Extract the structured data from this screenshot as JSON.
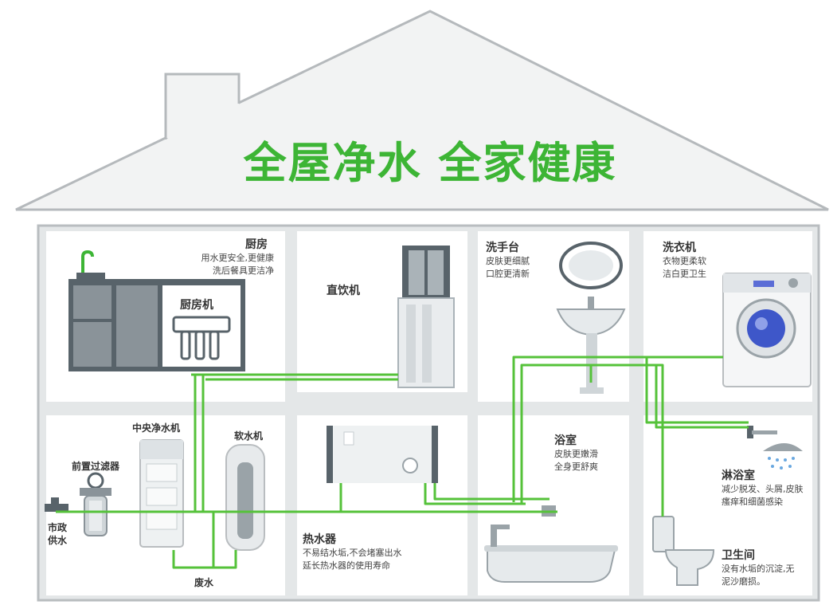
{
  "title": "全屋净水 全家健康",
  "rooms": {
    "kitchen": {
      "title": "厨房",
      "desc": [
        "用水更安全,更健康",
        "洗后餐具更洁净"
      ]
    },
    "kitchen_purifier": {
      "title": "厨房机"
    },
    "dispenser": {
      "title": "直饮机"
    },
    "washbasin": {
      "title": "洗手台",
      "desc": [
        "皮肤更细腻",
        "口腔更清新"
      ]
    },
    "washer": {
      "title": "洗衣机",
      "desc": [
        "衣物更柔软",
        "洁白更卫生"
      ]
    },
    "central_purifier": {
      "title": "中央净水机"
    },
    "softener": {
      "title": "软水机"
    },
    "prefilter": {
      "title": "前置过滤器"
    },
    "municipal": {
      "lines": [
        "市政",
        "供水"
      ]
    },
    "wastewater": {
      "title": "废水"
    },
    "water_heater": {
      "title": "热水器",
      "desc": [
        "不易结水垢,不会堵塞出水",
        "延长热水器的使用寿命"
      ]
    },
    "bathroom": {
      "title": "浴室",
      "desc": [
        "皮肤更嫩滑",
        "全身更舒爽"
      ]
    },
    "shower": {
      "title": "淋浴室",
      "desc": [
        "减少脱发、头屑,皮肤",
        "瘙痒和细菌感染"
      ]
    },
    "toilet": {
      "title": "卫生间",
      "desc": [
        "没有水垢的沉淀,无",
        "泥沙磨损。"
      ]
    }
  },
  "colors": {
    "title_green": "#3db535",
    "pipe_green": "#55c23a",
    "wall_gray": "#e4e7e8",
    "wall_outline": "#b9bdc0"
  }
}
